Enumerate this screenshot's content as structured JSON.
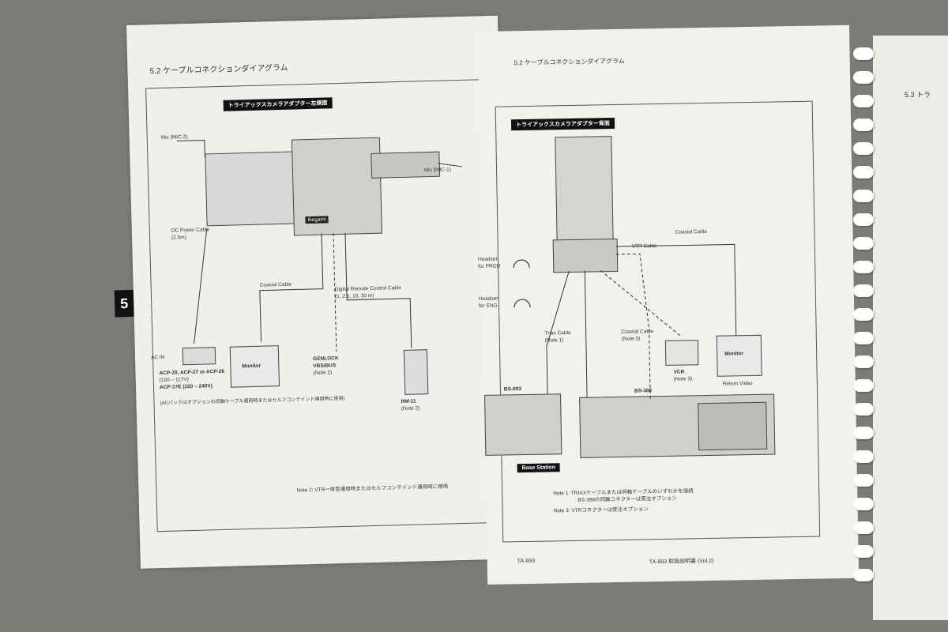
{
  "left": {
    "section_heading": "5.2 ケーブルコネクションダイアグラム",
    "panel_title": "トライアックスカメラアダプター左側面",
    "chapter_tab": "5",
    "labels": {
      "mic_left": "Mic (MIC-2)",
      "mic_right": "Mic (MIC-1)",
      "dc_power": "DC Power Cable",
      "dc_power_len": "(2.5m)",
      "camera_brand": "Ikegami",
      "coaxial": "Coaxial Cable",
      "digital_remote": "Digital Remote Control Cable",
      "digital_remote_len": "(1, 2.5, 10, 30 m)",
      "ac_in": "AC IN",
      "acp_line1": "ACP-20, ACP-27 or ACP-26",
      "acp_line2": "(100 – 117V)",
      "acp_line3": "ACP-17E (220 – 240V)",
      "ac_note": "(ACパックはオプションの同軸ケーブル運用時またはセルフコンテインド運用時に使用)",
      "monitor": "Monitor",
      "genlock": "GENLOCK",
      "vbs": "VBS/BUS",
      "note2_ref": "(Note 2)",
      "rm": "RM-11",
      "rm_note": "(Note 2)",
      "note2": "Note 2:  VTR一体型運用時またはセルフコンテインド運用時に使用"
    }
  },
  "right": {
    "section_heading": "5.2 ケーブルコネクションダイアグラム",
    "panel_title": "トライアックスカメラアダプター背面",
    "labels": {
      "vtr_cable": "VTR Cable",
      "coaxial_top": "Coaxial Cable",
      "headset1": "Headset",
      "headset1_for": "for PROD",
      "headset2": "Headset",
      "headset2_for": "for ENG",
      "triax": "Triax Cable",
      "triax_note": "(Note 1)",
      "coaxial_mid": "Coaxial Cable",
      "coaxial_mid_note": "(Note 3)",
      "vcr": "VCR",
      "vcr_note": "(Note 3)",
      "monitor": "Monitor",
      "return_video": "Return Video",
      "bs_left": "BS-893",
      "bs_right": "BS-388",
      "base_station": "Base Station",
      "note1_a": "Note 1:  TRIAXケーブルまたは同軸ケーブルのいずれかを接続",
      "note1_b": "BS-388の同軸コネクターは受注オプション",
      "note3": "Note 3:  VTRコネクターは受注オプション"
    },
    "footer_left": "TA-893",
    "footer_right": "TA-893 取扱説明書 (Vol.2)"
  },
  "next": {
    "section_heading": "5.3 トラ"
  }
}
